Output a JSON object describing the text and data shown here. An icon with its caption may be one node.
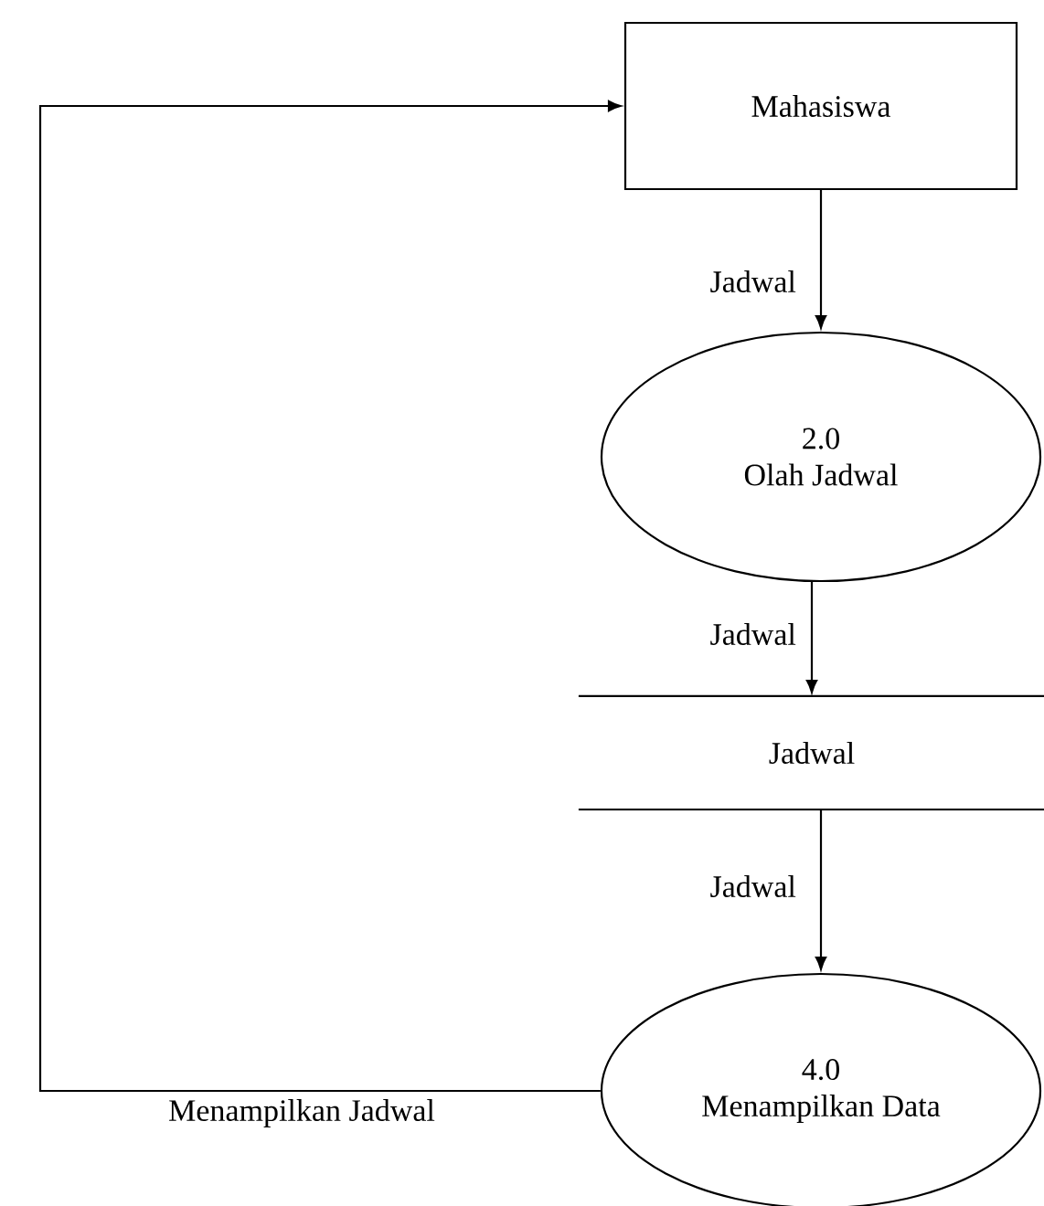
{
  "diagram": {
    "nodes": [
      {
        "text": [
          "Mahasiswa"
        ]
      },
      {
        "text": [
          "2.0",
          "Olah Jadwal"
        ]
      },
      {
        "text": [
          "Jadwal"
        ]
      },
      {
        "text": [
          "4.0",
          "Menampilkan Data"
        ]
      }
    ],
    "edges": [
      {
        "from": 0,
        "to": 1,
        "arrow": "to",
        "label": "Jadwal"
      },
      {
        "from": 1,
        "to": 2,
        "arrow": "to",
        "label": "Jadwal"
      },
      {
        "from": 2,
        "to": 3,
        "arrow": "to",
        "label": "Jadwal"
      },
      {
        "from": 3,
        "to": 0,
        "arrow": "to",
        "label": "Menampilkan Jadwal"
      }
    ]
  }
}
